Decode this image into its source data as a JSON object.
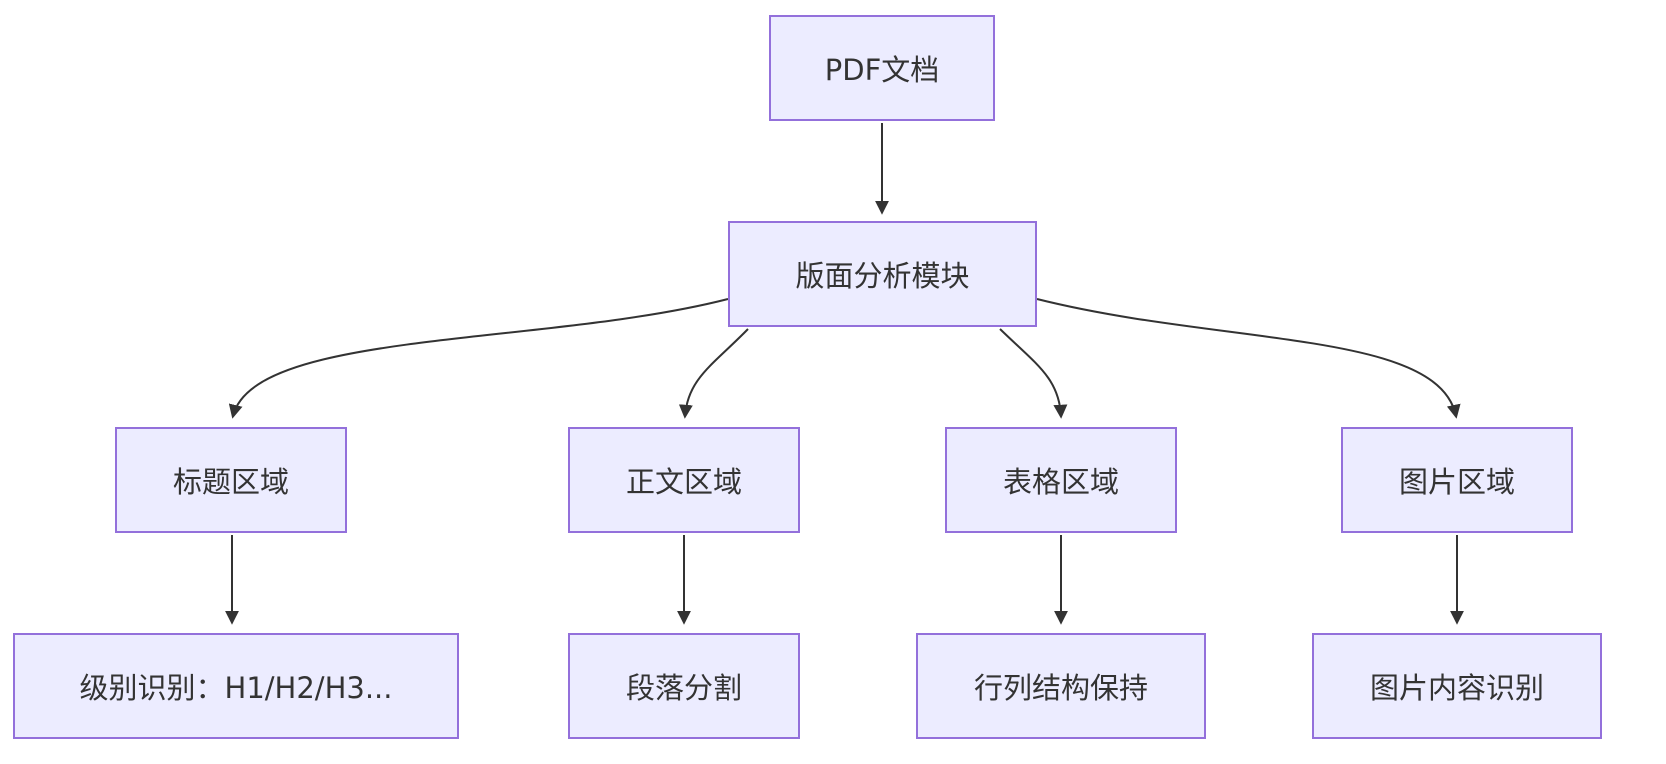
{
  "diagram": {
    "type": "flowchart",
    "direction": "top-down",
    "colors": {
      "node_fill": "#ECECFF",
      "node_border": "#9370DB",
      "edge_color": "#333333",
      "text_color": "#333333",
      "background": "#ffffff"
    },
    "nodes": [
      {
        "id": "pdf",
        "label": "PDF文档"
      },
      {
        "id": "layout",
        "label": "版面分析模块"
      },
      {
        "id": "title_area",
        "label": "标题区域"
      },
      {
        "id": "body_area",
        "label": "正文区域"
      },
      {
        "id": "table_area",
        "label": "表格区域"
      },
      {
        "id": "image_area",
        "label": "图片区域"
      },
      {
        "id": "level_detect",
        "label": "级别识别：H1/H2/H3..."
      },
      {
        "id": "para_split",
        "label": "段落分割"
      },
      {
        "id": "rowcol_keep",
        "label": "行列结构保持"
      },
      {
        "id": "img_recognize",
        "label": "图片内容识别"
      }
    ],
    "edges": [
      {
        "from": "pdf",
        "to": "layout"
      },
      {
        "from": "layout",
        "to": "title_area"
      },
      {
        "from": "layout",
        "to": "body_area"
      },
      {
        "from": "layout",
        "to": "table_area"
      },
      {
        "from": "layout",
        "to": "image_area"
      },
      {
        "from": "title_area",
        "to": "level_detect"
      },
      {
        "from": "body_area",
        "to": "para_split"
      },
      {
        "from": "table_area",
        "to": "rowcol_keep"
      },
      {
        "from": "image_area",
        "to": "img_recognize"
      }
    ]
  }
}
